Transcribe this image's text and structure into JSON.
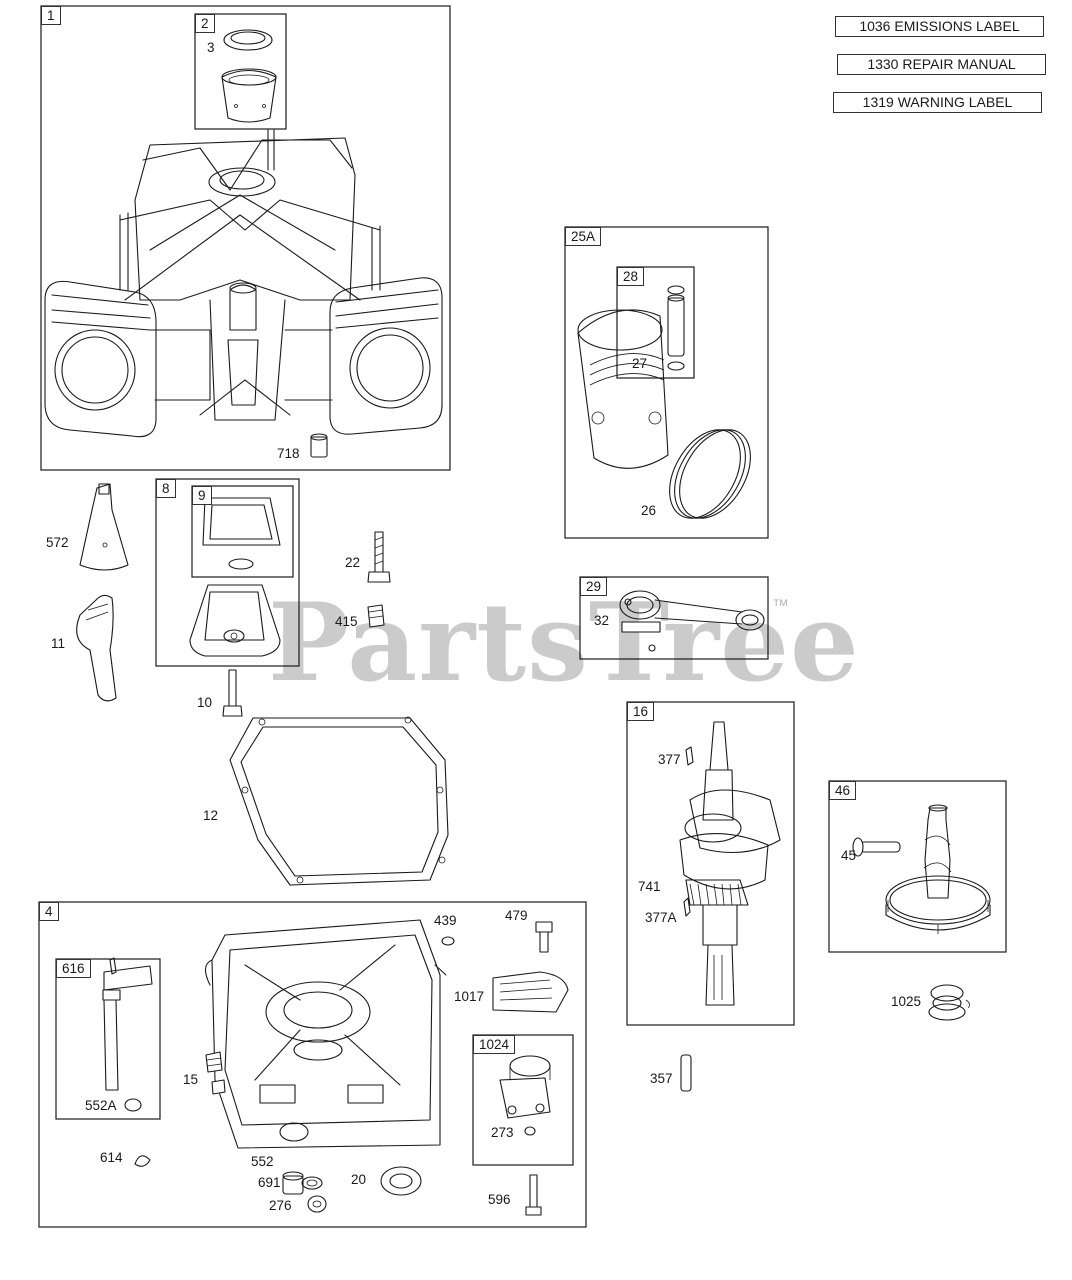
{
  "watermark": {
    "brand": "PartsTree",
    "trademark": "™"
  },
  "reference_items": [
    {
      "number": "1036",
      "label": "EMISSIONS LABEL"
    },
    {
      "number": "1330",
      "label": "REPAIR MANUAL"
    },
    {
      "number": "1319",
      "label": "WARNING LABEL"
    }
  ],
  "group_tags": {
    "g1": "1",
    "g2": "2",
    "g4": "4",
    "g8": "8",
    "g9": "9",
    "g16": "16",
    "g25a": "25A",
    "g28": "28",
    "g29": "29",
    "g46": "46",
    "g616": "616",
    "g1024": "1024"
  },
  "callouts": {
    "c3": "3",
    "c718": "718",
    "c572": "572",
    "c11": "11",
    "c22": "22",
    "c415": "415",
    "c10": "10",
    "c12": "12",
    "c27": "27",
    "c26": "26",
    "c32": "32",
    "c377": "377",
    "c741": "741",
    "c377a": "377A",
    "c45": "45",
    "c1025": "1025",
    "c357": "357",
    "c439": "439",
    "c479": "479",
    "c1017": "1017",
    "c15": "15",
    "c552a": "552A",
    "c273": "273",
    "c614": "614",
    "c552": "552",
    "c691": "691",
    "c20": "20",
    "c276": "276",
    "c596": "596"
  }
}
